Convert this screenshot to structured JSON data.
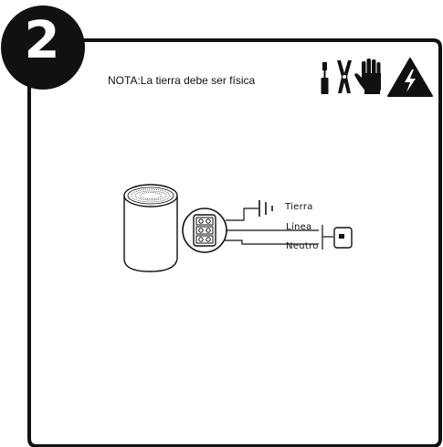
{
  "step": {
    "number": "2"
  },
  "note": {
    "text": "NOTA:La tierra debe ser física"
  },
  "labels": {
    "ground": "Tierra",
    "line": "Línea",
    "neutral": "Neutro"
  },
  "icons": [
    "screwdriver-icon",
    "pliers-icon",
    "glove-icon",
    "high-voltage-warning-icon"
  ],
  "colors": {
    "ink": "#111111",
    "paper": "#ffffff"
  }
}
